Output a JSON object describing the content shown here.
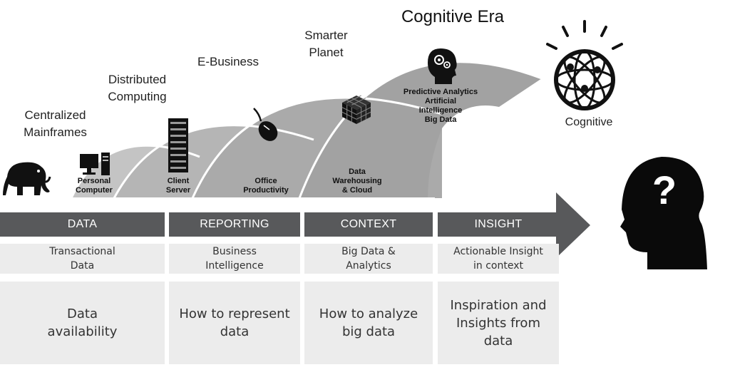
{
  "title": "Cognitive Era",
  "eras": [
    {
      "label": "Centralized\nMainframes"
    },
    {
      "label": "Distributed\nComputing"
    },
    {
      "label": "E-Business"
    },
    {
      "label": "Smarter\nPlanet"
    }
  ],
  "icon_labels": [
    "Personal\nComputer",
    "Client\nServer",
    "Office\nProductivity",
    "Data\nWarehousing\n& Cloud",
    "Predictive Analytics\nArtificial\nIntelligence\nBig Data"
  ],
  "cognitive_label": "Cognitive",
  "columns": [
    {
      "header": "DATA",
      "subtitle": "Transactional\nData",
      "description": "Data\navailability"
    },
    {
      "header": "REPORTING",
      "subtitle": "Business\nIntelligence",
      "description": "How to represent\ndata"
    },
    {
      "header": "CONTEXT",
      "subtitle": "Big Data &\nAnalytics",
      "description": "How to analyze\nbig data"
    },
    {
      "header": "INSIGHT",
      "subtitle": "Actionable Insight\nin context",
      "description": "Inspiration and\nInsights from\ndata"
    }
  ],
  "question_mark": "?",
  "colors": {
    "band": "#58595b",
    "cell": "#ececec",
    "arc_light": "#bdbdbd",
    "arc_dark": "#9e9e9e"
  }
}
